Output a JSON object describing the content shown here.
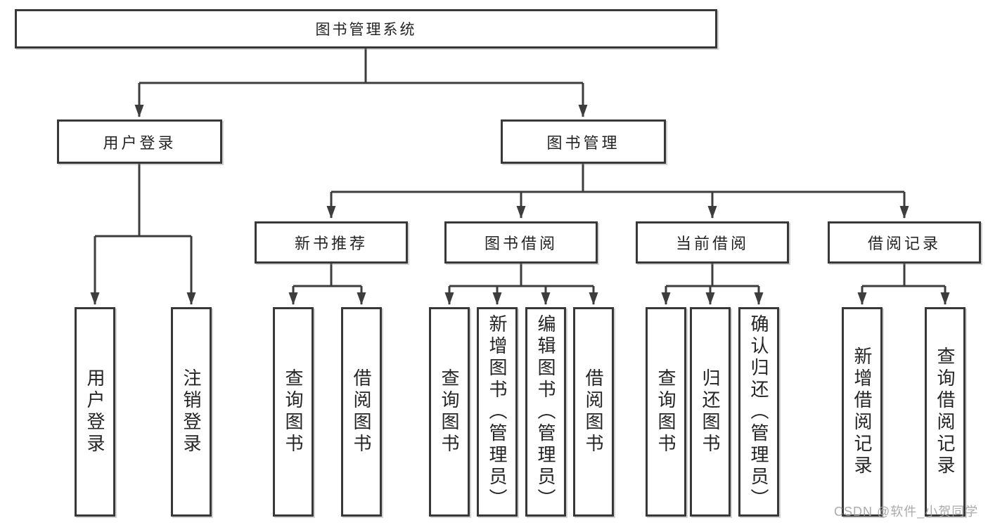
{
  "diagram": {
    "root": {
      "label": "图书管理系统"
    },
    "branches": [
      {
        "label": "用户登录",
        "children": [
          {
            "label": "用户登录"
          },
          {
            "label": "注销登录"
          }
        ]
      },
      {
        "label": "图书管理",
        "children": [
          {
            "label": "新书推荐",
            "children": [
              {
                "label": "查询图书"
              },
              {
                "label": "借阅图书"
              }
            ]
          },
          {
            "label": "图书借阅",
            "children": [
              {
                "label": "查询图书"
              },
              {
                "label": "新增图书（管理员）"
              },
              {
                "label": "编辑图书（管理员）"
              },
              {
                "label": "借阅图书"
              }
            ]
          },
          {
            "label": "当前借阅",
            "children": [
              {
                "label": "查询图书"
              },
              {
                "label": "归还图书"
              },
              {
                "label": "确认归还（管理员）"
              }
            ]
          },
          {
            "label": "借阅记录",
            "children": [
              {
                "label": "新增借阅记录"
              },
              {
                "label": "查询借阅记录"
              }
            ]
          }
        ]
      }
    ]
  },
  "watermark": {
    "text": "CSDN @软件_小贺同学"
  },
  "colors": {
    "line": "#3d3d3d",
    "box_border": "#383838",
    "box_fill": "#ffffff",
    "text": "#242424",
    "watermark": "#a3a3a3",
    "background": "#ffffff"
  }
}
